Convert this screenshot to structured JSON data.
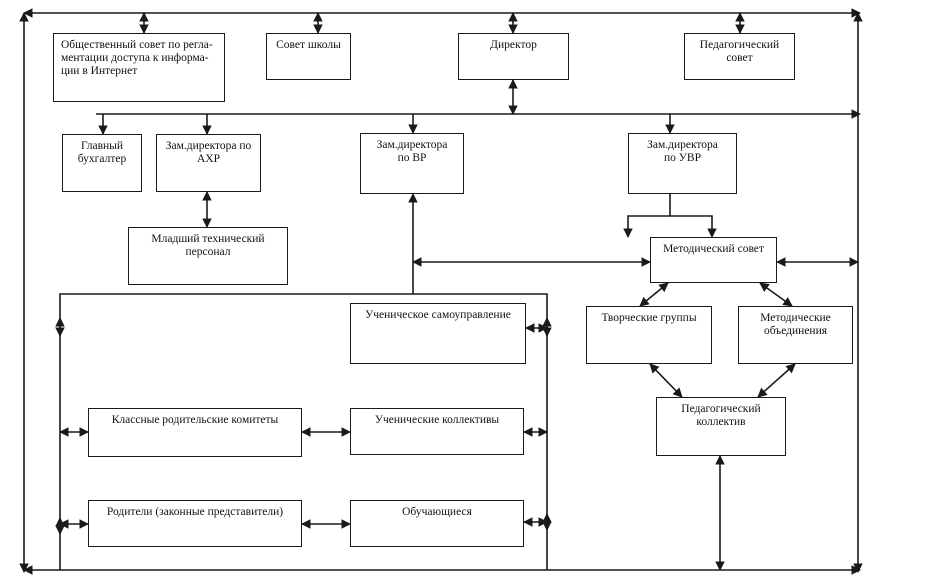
{
  "boxes": {
    "public_council": "Общественный совет по регла-\nментации доступа к информа-\nции в Интернет",
    "school_council": "Совет школы",
    "director": "Директор",
    "ped_council": "Педагогический\nсовет",
    "chief_accountant": "Главный\nбухгалтер",
    "deputy_ahr": "Зам.директора по\nАХР",
    "deputy_vr": "Зам.директора\nпо ВР",
    "deputy_uvr": "Зам.директора\nпо УВР",
    "junior_staff": "Младший технический\nперсонал",
    "methodical_council": "Методический совет",
    "student_selfgov": "Ученическое самоуправление",
    "creative_groups": "Творческие группы",
    "methodical_unions": "Методические\nобъединения",
    "class_parent_committees": "Классные родительские комитеты",
    "student_collectives": "Ученические коллективы",
    "ped_collective": "Педагогический\nколлектив",
    "parents": "Родители (законные представители)",
    "students": "Обучающиеся"
  },
  "colors": {
    "line": "#1a1a1a",
    "background": "#ffffff",
    "text": "#111111"
  }
}
